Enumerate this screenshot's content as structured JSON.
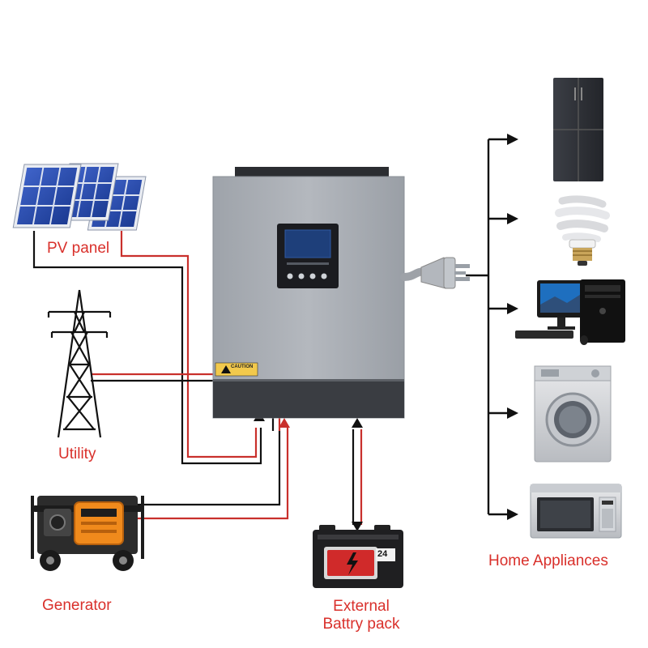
{
  "labels": {
    "pv_panel": "PV panel",
    "utility": "Utility",
    "generator": "Generator",
    "battery_line1": "External",
    "battery_line2": "Battry pack",
    "home_appliances": "Home Appliances"
  },
  "inverter": {
    "caution_text": "CAUTION"
  },
  "battery": {
    "capacity_text": "24"
  },
  "colors": {
    "label_red": "#d9302b",
    "wire_red": "#c9302c",
    "wire_black": "#111111",
    "inverter_body": "#a9adb4",
    "inverter_base": "#3a3d42",
    "display_screen": "#1e3f7a"
  },
  "icons": {
    "solar": "solar-panel-icon",
    "tower": "transmission-tower-icon",
    "generator": "generator-icon",
    "battery": "car-battery-icon",
    "fridge": "refrigerator-icon",
    "bulb": "light-bulb-icon",
    "computer": "desktop-computer-icon",
    "washer": "washing-machine-icon",
    "microwave": "microwave-icon",
    "plug": "power-plug-icon"
  }
}
